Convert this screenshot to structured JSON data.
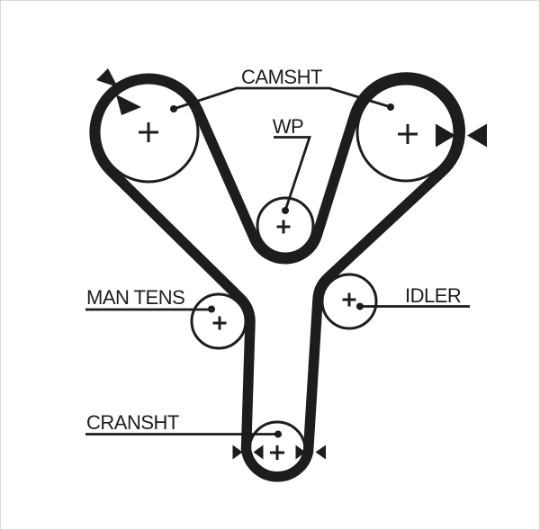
{
  "diagram": {
    "type": "timing-belt-routing-diagram",
    "background_color": "#ffffff",
    "line_color": "#1d1d1b",
    "pulley_center_mark": "+",
    "labels": {
      "camshaft": "CAMSHT",
      "water_pump": "WP",
      "manual_tensioner": "MAN TENS",
      "idler": "IDLER",
      "crankshaft": "CRANSHT"
    },
    "pulleys": [
      {
        "name": "camshaft-left",
        "label": "CAMSHT"
      },
      {
        "name": "camshaft-right",
        "label": "CAMSHT"
      },
      {
        "name": "water-pump",
        "label": "WP"
      },
      {
        "name": "manual-tensioner",
        "label": "MAN TENS"
      },
      {
        "name": "idler",
        "label": "IDLER"
      },
      {
        "name": "crankshaft",
        "label": "CRANSHT"
      }
    ]
  }
}
